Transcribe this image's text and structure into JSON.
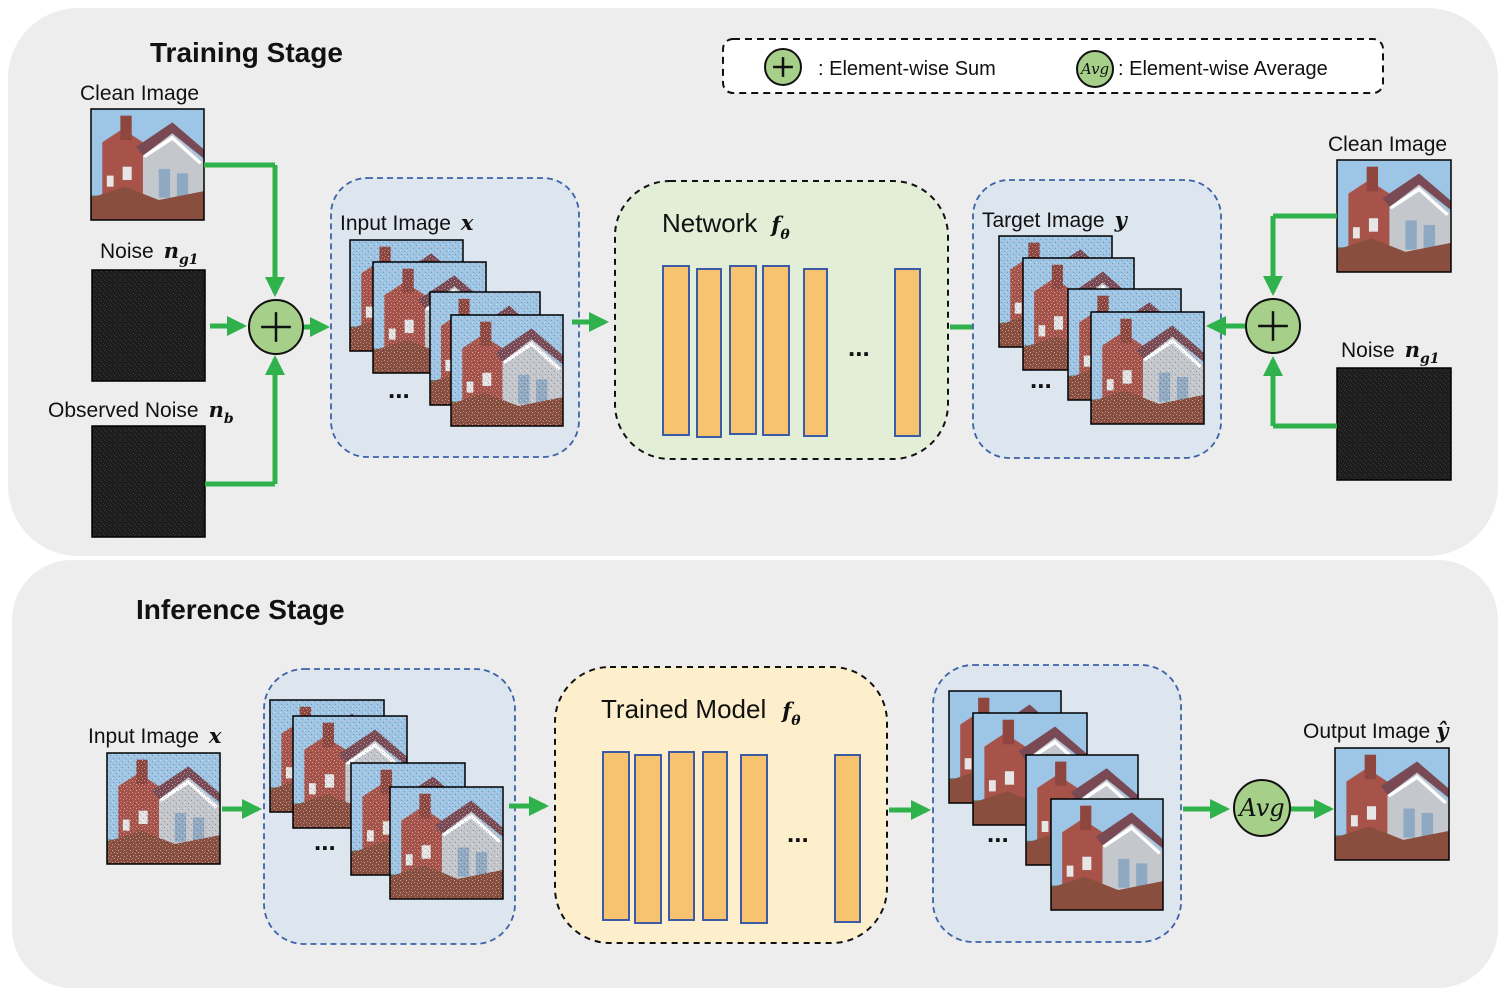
{
  "training": {
    "title": "Training Stage",
    "clean_image_left": "Clean Image",
    "noise_left": "Noise",
    "noise_left_sym": "n",
    "noise_left_sub": "g1",
    "observed_noise": "Observed Noise",
    "observed_noise_sym": "n",
    "observed_noise_sub": "b",
    "input_image": "Input Image",
    "input_image_sym": "x",
    "network": "Network",
    "network_sym": "f",
    "network_sub": "θ",
    "input_dots": "...",
    "network_dots": "...",
    "target_image": "Target Image",
    "target_image_sym": "y",
    "target_dots": "...",
    "clean_image_right": "Clean Image",
    "noise_right": "Noise",
    "noise_right_sym": "n",
    "noise_right_sub": "g1"
  },
  "legend": {
    "sum_label": ": Element-wise Sum",
    "avg_symbol": "Avg",
    "avg_label": ": Element-wise Average"
  },
  "inference": {
    "title": "Inference Stage",
    "input_image": "Input Image",
    "input_image_sym": "x",
    "input_dots": "...",
    "model": "Trained Model",
    "model_sym": "f",
    "model_sub": "θ",
    "model_dots": "...",
    "output_dots": "...",
    "avg_symbol": "Avg",
    "output_image": "Output Image",
    "output_image_sym": "ŷ"
  },
  "colors": {
    "panel_bg": "#ededed",
    "group_bg": "#dde5ee",
    "network_bg": "#e2eed6",
    "model_bg": "#fdefcb",
    "layer_fill": "#f7c36e",
    "layer_stroke": "#3c5aa6",
    "arrow": "#2fb24c",
    "op_circle": "#a6d08a",
    "dashed_blue": "#3c63a8",
    "sky": "#9cc5e6",
    "brick": "#a8534a",
    "roof": "#7a4a54",
    "noise_dark": "#1c1c1c"
  }
}
